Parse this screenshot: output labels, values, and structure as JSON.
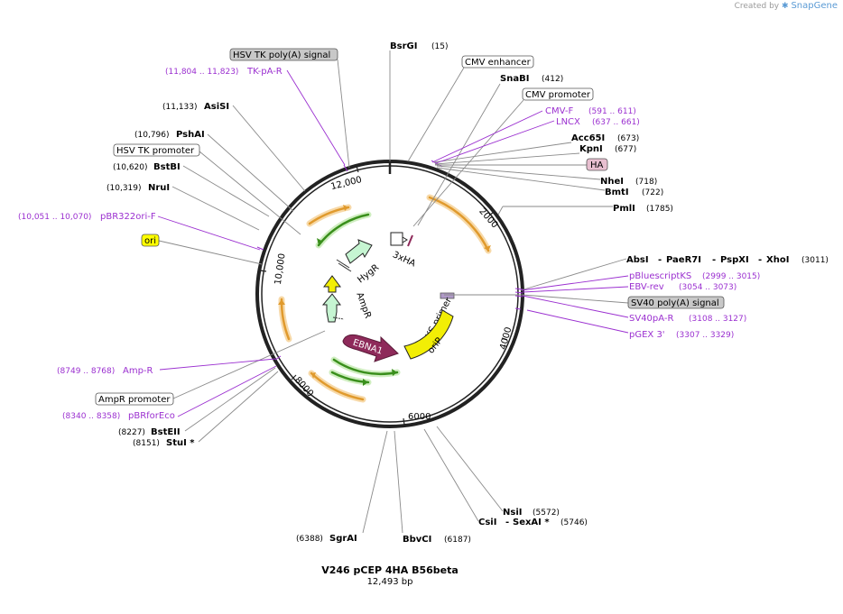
{
  "credit": {
    "created_by": "Created by",
    "brand": "SnapGene"
  },
  "plasmid": {
    "name": "V246 pCEP 4HA B56beta",
    "length": "12,493 bp"
  },
  "ticks": [
    "12,000",
    "2000",
    "4000",
    "6000",
    "8000",
    "10,000"
  ],
  "features": {
    "hygr": "HygR",
    "ha3x": "3xHA",
    "ampr": "AmpR",
    "ks_primer": "KS primer",
    "orip": "oriP",
    "ebna1": "EBNA1"
  },
  "labels": {
    "bsrgi": {
      "name": "BsrGI",
      "pos": "(15)"
    },
    "cmv_enhancer": {
      "name": "CMV enhancer"
    },
    "snabi": {
      "name": "SnaBI",
      "pos": "(412)"
    },
    "cmv_promoter": {
      "name": "CMV promoter"
    },
    "cmv_f": {
      "name": "CMV-F",
      "pos": "(591 .. 611)"
    },
    "lncx": {
      "name": "LNCX",
      "pos": "(637 .. 661)"
    },
    "acc65i": {
      "name": "Acc65I",
      "pos": "(673)"
    },
    "kpni": {
      "name": "KpnI",
      "pos": "(677)"
    },
    "ha": {
      "name": "HA"
    },
    "nhei": {
      "name": "NheI",
      "pos": "(718)"
    },
    "bmti": {
      "name": "BmtI",
      "pos": "(722)"
    },
    "pmli": {
      "name": "PmlI",
      "pos": "(1785)"
    },
    "absi": {
      "name": "AbsI",
      "sep1": "-",
      "name2": "PaeR7I",
      "sep2": "-",
      "name3": "PspXI",
      "sep3": "-",
      "name4": "XhoI",
      "pos": "(3011)"
    },
    "pbluescriptks": {
      "name": "pBluescriptKS",
      "pos": "(2999 .. 3015)"
    },
    "ebv_rev": {
      "name": "EBV-rev",
      "pos": "(3054 .. 3073)"
    },
    "sv40_polya": {
      "name": "SV40 poly(A) signal"
    },
    "sv40pa_r": {
      "name": "SV40pA-R",
      "pos": "(3108 .. 3127)"
    },
    "pgex3": {
      "name": "pGEX 3'",
      "pos": "(3307 .. 3329)"
    },
    "nsii": {
      "name": "NsiI",
      "pos": "(5572)"
    },
    "csii": {
      "name": "CsiI",
      "sep": "-",
      "name2": "SexAI *",
      "pos": "(5746)"
    },
    "bbvci": {
      "name": "BbvCI",
      "pos": "(6187)"
    },
    "sgrai": {
      "name": "SgrAI",
      "pos": "(6388)"
    },
    "stui": {
      "name": "StuI *",
      "pos": "(8151)"
    },
    "bsteii": {
      "name": "BstEII",
      "pos": "(8227)"
    },
    "pbrforeco": {
      "name": "pBRforEco",
      "pos": "(8340 .. 8358)"
    },
    "ampr_promoter": {
      "name": "AmpR promoter"
    },
    "amp_r": {
      "name": "Amp-R",
      "pos": "(8749 .. 8768)"
    },
    "ori": {
      "name": "ori"
    },
    "pbr322ori_f": {
      "name": "pBR322ori-F",
      "pos": "(10,051 .. 10,070)"
    },
    "nrui": {
      "name": "NruI",
      "pos": "(10,319)"
    },
    "bstbi": {
      "name": "BstBI",
      "pos": "(10,620)"
    },
    "hsv_tk_promoter": {
      "name": "HSV TK promoter"
    },
    "pshai": {
      "name": "PshAI",
      "pos": "(10,796)"
    },
    "asisi": {
      "name": "AsiSI",
      "pos": "(11,133)"
    },
    "tk_pa_r": {
      "name": "TK-pA-R",
      "pos": "(11,804 .. 11,823)"
    },
    "hsv_tk_polya": {
      "name": "HSV TK poly(A) signal"
    }
  },
  "colors": {
    "backbone": "#222222",
    "primer": "#9b30d0",
    "orf": "#e09a2d",
    "orf_glow": "#f7d9a8",
    "ks": "#3a8f1c",
    "ks_glow": "#cfeec0",
    "ebna1": "#8e2a5a",
    "orip": "#f2ee05",
    "ampr_fill": "#c6f5d2",
    "gray_box": "#c8c8c8",
    "ha_box": "#e8bfd0",
    "yellow_box": "#ffff00"
  }
}
